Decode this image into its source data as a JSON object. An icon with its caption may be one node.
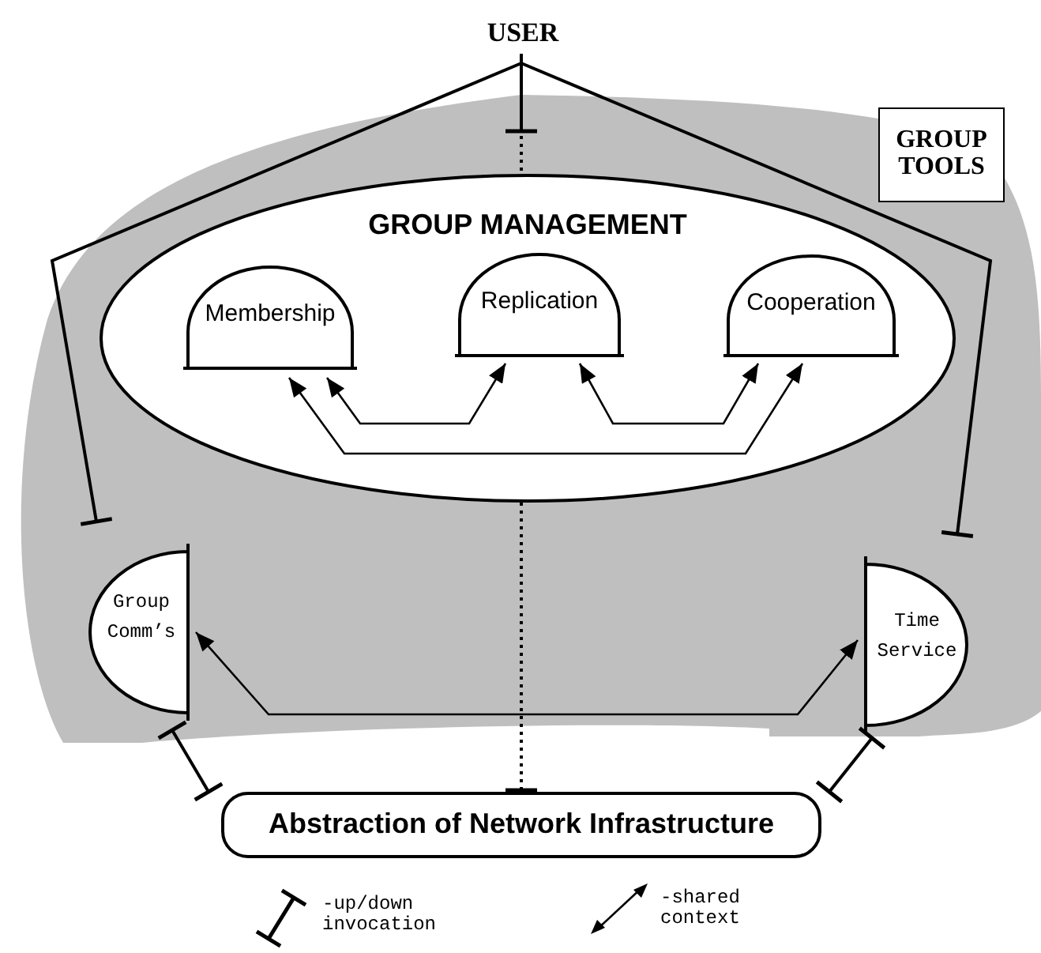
{
  "diagram": {
    "nodes": [
      {
        "text": [
          "USER"
        ]
      },
      {
        "text": [
          "GROUP TOOLS"
        ]
      },
      {
        "text": [
          "GROUP MANAGEMENT"
        ],
        "in": 1
      },
      {
        "text": [
          "Membership"
        ],
        "in": 2
      },
      {
        "text": [
          "Replication"
        ],
        "in": 2
      },
      {
        "text": [
          "Cooperation"
        ],
        "in": 2
      },
      {
        "text": [
          "Group Comm’s"
        ],
        "in": 1
      },
      {
        "text": [
          "Time Service"
        ],
        "in": 1
      },
      {
        "text": [
          "Abstraction of Network Infrastructure"
        ]
      }
    ],
    "edges": [
      {
        "from": 0,
        "to": 2,
        "arrow": "other"
      },
      {
        "from": 0,
        "to": 6,
        "arrow": "other"
      },
      {
        "from": 0,
        "to": 7,
        "arrow": "other"
      },
      {
        "from": 3,
        "to": 4,
        "arrow": "both"
      },
      {
        "from": 4,
        "to": 5,
        "arrow": "both"
      },
      {
        "from": 3,
        "to": 5,
        "arrow": "both"
      },
      {
        "from": 6,
        "to": 7,
        "arrow": "both"
      },
      {
        "from": 6,
        "to": 8,
        "arrow": "other"
      },
      {
        "from": 7,
        "to": 8,
        "arrow": "other"
      },
      {
        "from": 2,
        "to": 8,
        "arrow": "other",
        "style": "dashed"
      }
    ],
    "legend": [
      {
        "text": "-up/down invocation"
      },
      {
        "text": "-shared context"
      }
    ]
  }
}
